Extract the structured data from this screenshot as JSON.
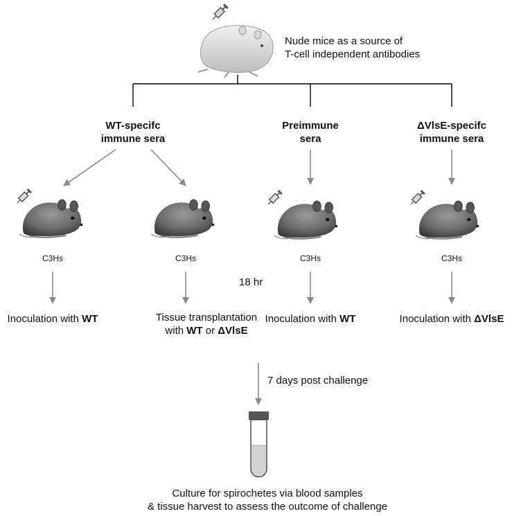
{
  "source_label": {
    "line1": "Nude mice as a source of",
    "line2": "T-cell independent antibodies"
  },
  "branches": [
    {
      "line1": "WT-specifc",
      "line2": "immune sera"
    },
    {
      "line1": "Preimmune",
      "line2": "sera"
    },
    {
      "line1": "ΔVlsE-specifc",
      "line2": "immune sera"
    }
  ],
  "mouse_label": "C3Hs",
  "time_label": "18 hr",
  "outcomes": [
    {
      "prefix": "Inoculation with ",
      "bold": "WT"
    },
    {
      "line1": "Tissue transplantation",
      "prefix": "with ",
      "bold1": "WT",
      "mid": " or ",
      "bold2": "ΔVlsE"
    },
    {
      "prefix": "Inoculation with ",
      "bold": "WT"
    },
    {
      "prefix": "Inoculation with ",
      "bold": "ΔVlsE"
    }
  ],
  "challenge_label": "7 days post challenge",
  "final_label": {
    "line1": "Culture for spirochetes via blood samples",
    "line2": "& tissue harvest to assess the outcome of challenge"
  },
  "colors": {
    "arrow": "#8a8a8a",
    "line": "#000000",
    "tube_cap": "#555555",
    "tube_fill": "#d2d2d2"
  }
}
